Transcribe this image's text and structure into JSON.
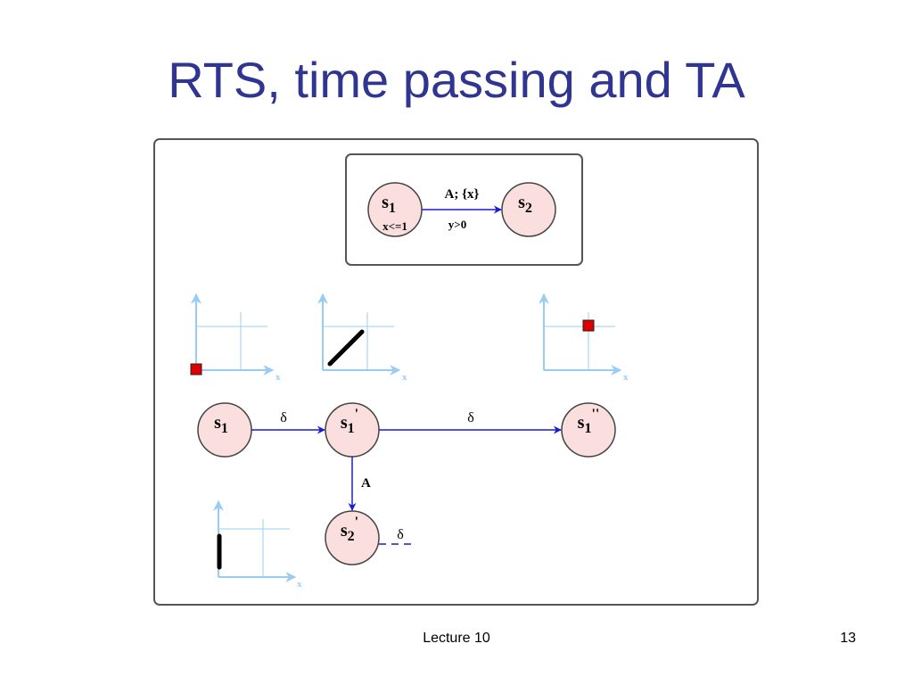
{
  "title": "RTS, time passing and TA",
  "footer": {
    "center": "Lecture 10",
    "page": "13"
  },
  "automaton": {
    "state1": {
      "name": "s",
      "sub": "1",
      "invariant": "x<=1"
    },
    "state2": {
      "name": "s",
      "sub": "2"
    },
    "edge": {
      "label": "A; {x}",
      "guard": "y>0"
    }
  },
  "rts": {
    "s1": {
      "name": "s",
      "sub": "1"
    },
    "s1p": {
      "name": "s",
      "sub": "1",
      "prime": "'"
    },
    "s1pp": {
      "name": "s",
      "sub": "1",
      "prime": "''"
    },
    "s2p": {
      "name": "s",
      "sub": "2",
      "prime": "'"
    },
    "delay_label": "δ",
    "action_label": "A",
    "axis_label": "x"
  },
  "colors": {
    "title": "#2f3590",
    "state_fill": "#fbdede",
    "edge": "#1a1ad8",
    "axis": "#99ccf5",
    "point": "#e00000"
  }
}
